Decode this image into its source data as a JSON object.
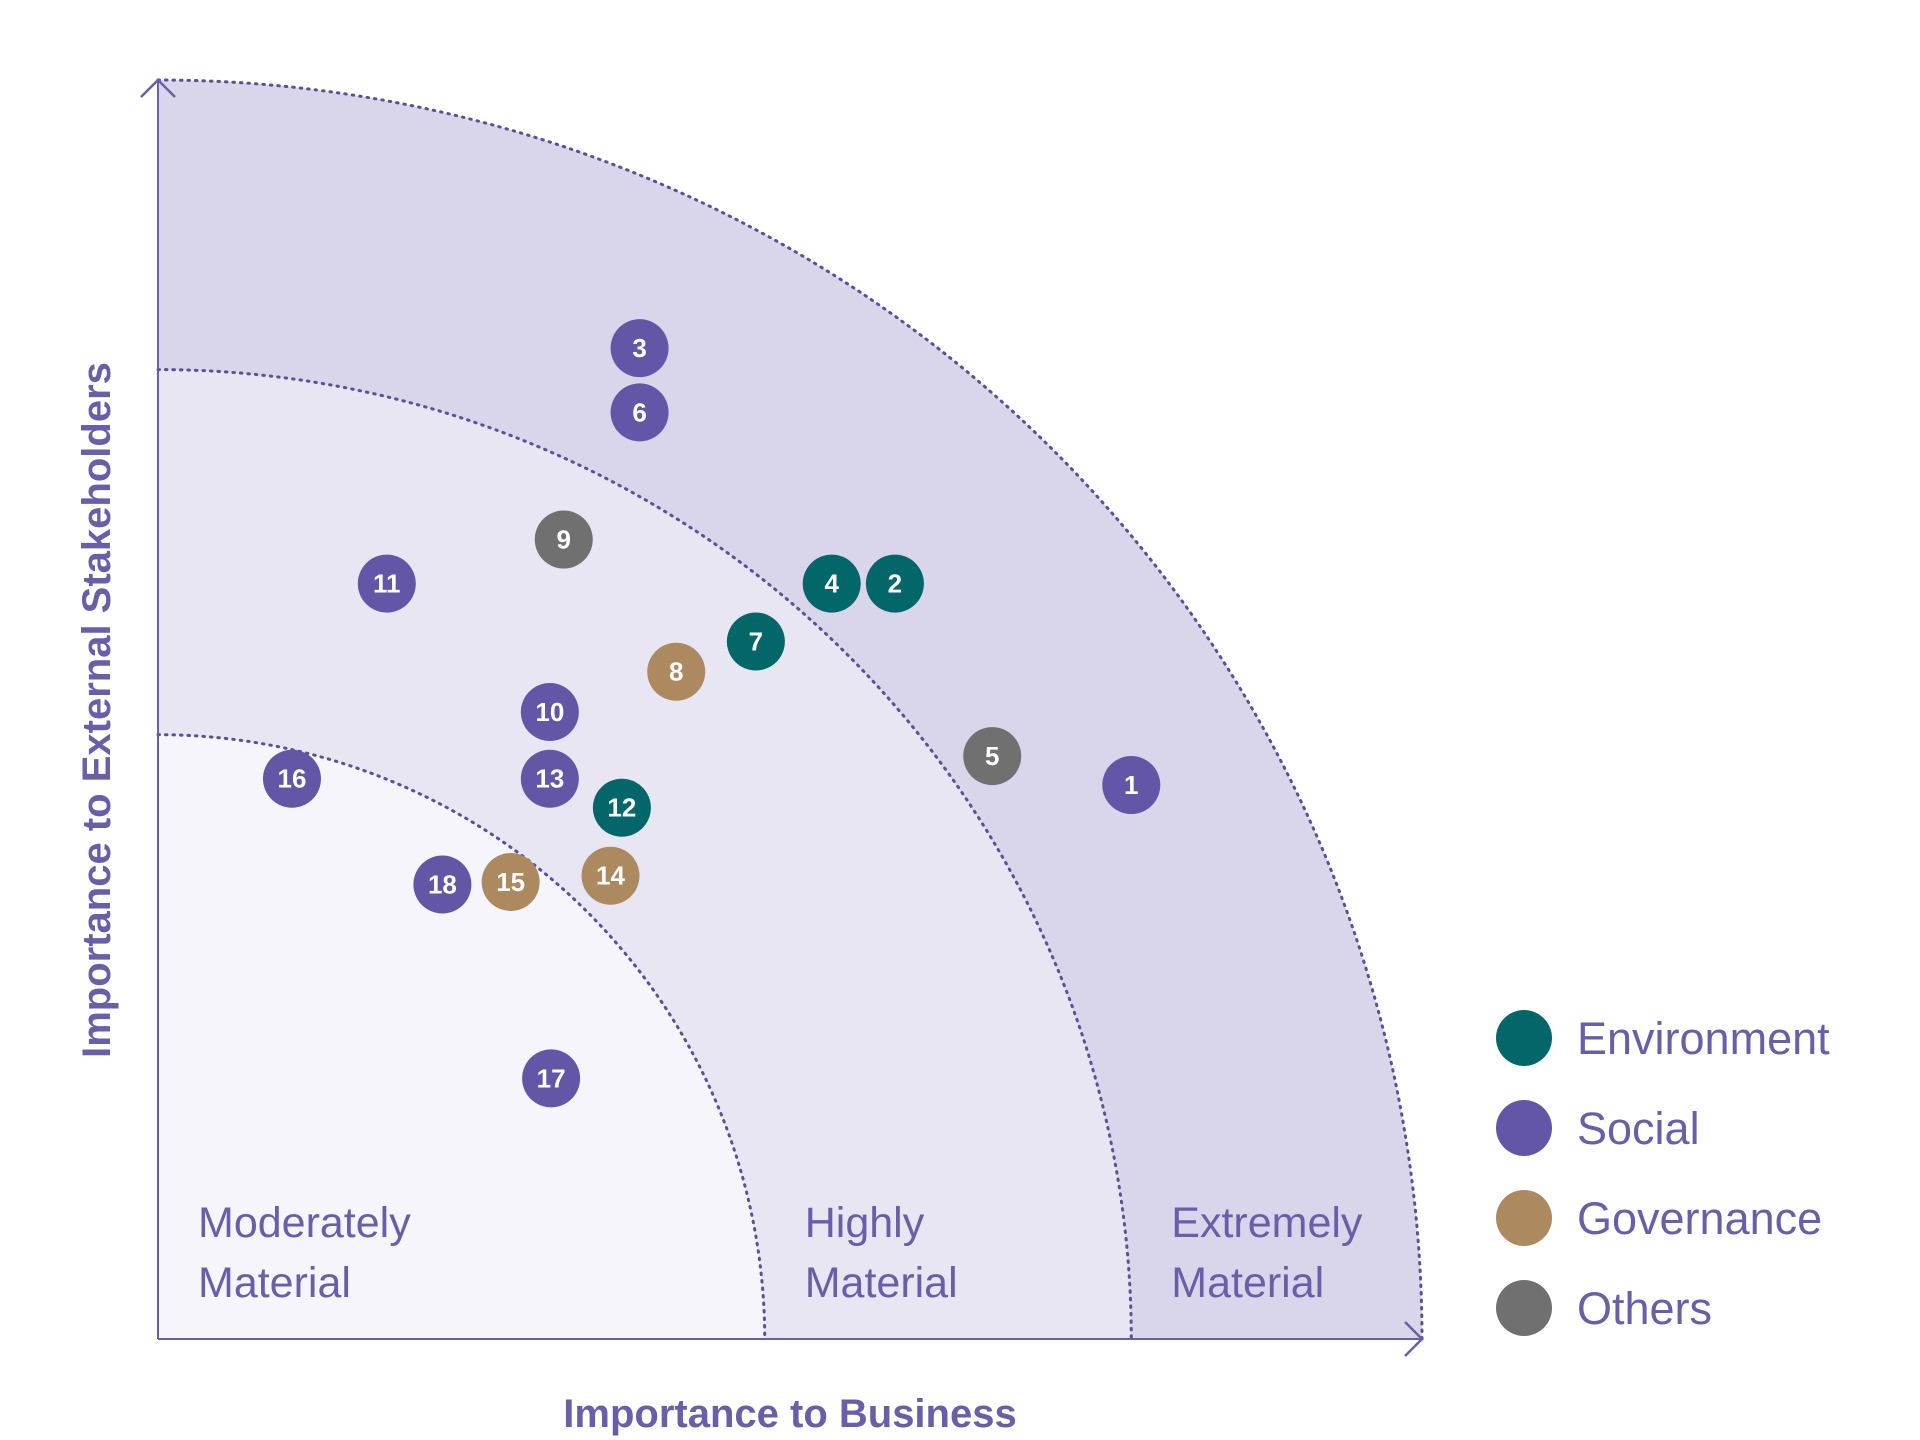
{
  "chart_data": {
    "type": "scatter",
    "title": "",
    "xlabel": "Importance to Business",
    "ylabel": "Importance to External Stakeholders",
    "xlim": [
      0,
      100
    ],
    "ylim": [
      0,
      100
    ],
    "grid": false,
    "legend_position": "bottom-right",
    "zones": [
      {
        "line1": "Moderately",
        "line2": "Material",
        "outer_radius": 48,
        "color": "#f6f5fb"
      },
      {
        "line1": "Highly",
        "line2": "Material",
        "outer_radius": 77,
        "color": "#e8e6f3"
      },
      {
        "line1": "Extremely",
        "line2": "Material",
        "outer_radius": 100,
        "color": "#d9d6eb"
      }
    ],
    "series": [
      {
        "name": "Environment",
        "color": "#03676a"
      },
      {
        "name": "Social",
        "color": "#6456a6"
      },
      {
        "name": "Governance",
        "color": "#ad8960"
      },
      {
        "name": "Others",
        "color": "#707070"
      }
    ],
    "points": [
      {
        "id": "1",
        "series": "Social",
        "x": 77,
        "y": 44
      },
      {
        "id": "2",
        "series": "Environment",
        "x": 58.3,
        "y": 60
      },
      {
        "id": "3",
        "series": "Social",
        "x": 38.1,
        "y": 78.7
      },
      {
        "id": "4",
        "series": "Environment",
        "x": 53.3,
        "y": 60
      },
      {
        "id": "5",
        "series": "Others",
        "x": 66,
        "y": 46.3
      },
      {
        "id": "6",
        "series": "Social",
        "x": 38.1,
        "y": 73.6
      },
      {
        "id": "7",
        "series": "Environment",
        "x": 47.3,
        "y": 55.4
      },
      {
        "id": "8",
        "series": "Governance",
        "x": 41,
        "y": 53
      },
      {
        "id": "9",
        "series": "Others",
        "x": 32.1,
        "y": 63.5
      },
      {
        "id": "10",
        "series": "Social",
        "x": 31,
        "y": 49.8
      },
      {
        "id": "11",
        "series": "Social",
        "x": 18.1,
        "y": 60
      },
      {
        "id": "12",
        "series": "Environment",
        "x": 36.7,
        "y": 42.2
      },
      {
        "id": "13",
        "series": "Social",
        "x": 31,
        "y": 44.5
      },
      {
        "id": "14",
        "series": "Governance",
        "x": 35.8,
        "y": 36.8
      },
      {
        "id": "15",
        "series": "Governance",
        "x": 27.9,
        "y": 36.3
      },
      {
        "id": "16",
        "series": "Social",
        "x": 10.6,
        "y": 44.5
      },
      {
        "id": "17",
        "series": "Social",
        "x": 31.1,
        "y": 20.7
      },
      {
        "id": "18",
        "series": "Social",
        "x": 22.5,
        "y": 36.1
      }
    ]
  }
}
